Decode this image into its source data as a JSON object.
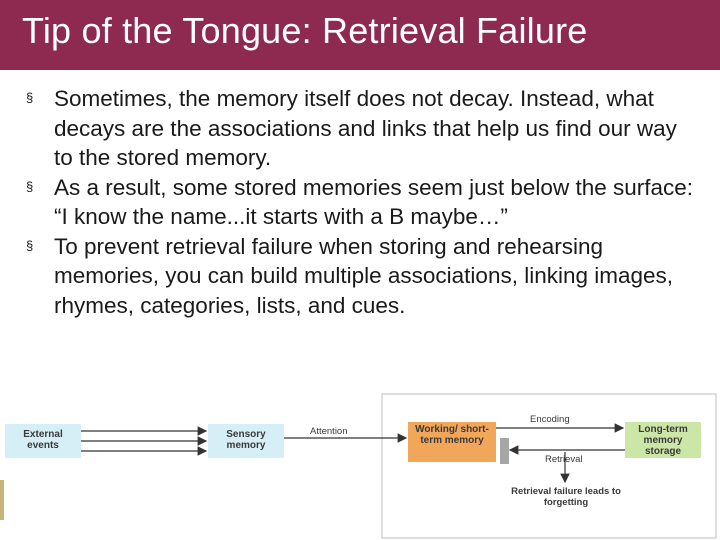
{
  "slide": {
    "title": "Tip of the Tongue: Retrieval Failure",
    "bullet_marker": "§",
    "bullets": [
      "Sometimes, the memory itself does not decay. Instead, what decays are the associations and links that help us find our way to the stored memory.",
      "As a result, some stored memories seem just below the surface: “I know the name...it starts with a B maybe…”",
      "To prevent retrieval failure when storing and rehearsing memories, you can build multiple associations, linking images, rhymes, categories, lists, and cues."
    ]
  },
  "diagram": {
    "boxes": {
      "external": "External events",
      "sensory": "Sensory memory",
      "working": "Working/ short-term memory",
      "longterm": "Long-term memory storage"
    },
    "labels": {
      "attention": "Attention",
      "encoding": "Encoding",
      "retrieval": "Retrieval",
      "failure": "Retrieval failure leads to forgetting"
    }
  },
  "colors": {
    "title_bar": "#8e2a4f",
    "box_blue": "#d6eef6",
    "box_orange": "#f2a65a",
    "box_green": "#cce6a8"
  }
}
